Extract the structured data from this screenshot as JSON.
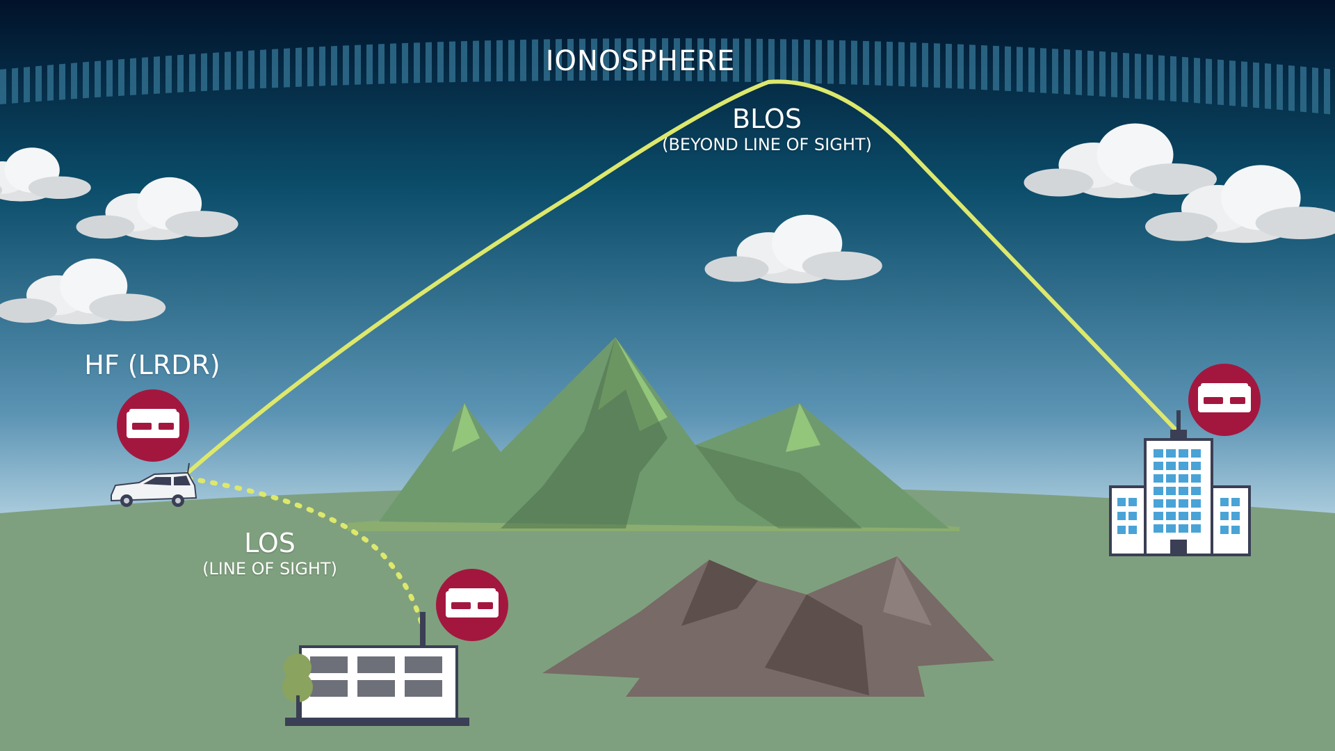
{
  "colors": {
    "sky_top": "#01122a",
    "sky_mid": "#0b4d6a",
    "sky_bottom": "#cfe6f0",
    "ground": "#7fa07e",
    "signal": "#dde86c",
    "radio_badge": "#a3173f",
    "mountain_green": "#6f9a6e",
    "rock": "#786a66",
    "building_outline": "#3a3f55",
    "window": "#4aa3d6"
  },
  "labels": {
    "ionosphere": "IONOSPHERE",
    "blos_title": "BLOS",
    "blos_sub": "(BEYOND LINE OF SIGHT)",
    "hf_title": "HF (LRDR)",
    "los_title": "LOS",
    "los_sub": "(LINE OF SIGHT)"
  },
  "icons": {
    "radio": "radio-transceiver-icon",
    "vehicle": "suv-vehicle-icon",
    "low_building": "low-building-icon",
    "tower_building": "office-tower-icon",
    "cloud": "cloud-icon",
    "mountain": "green-mountain-icon",
    "rocks": "rock-formation-icon"
  }
}
